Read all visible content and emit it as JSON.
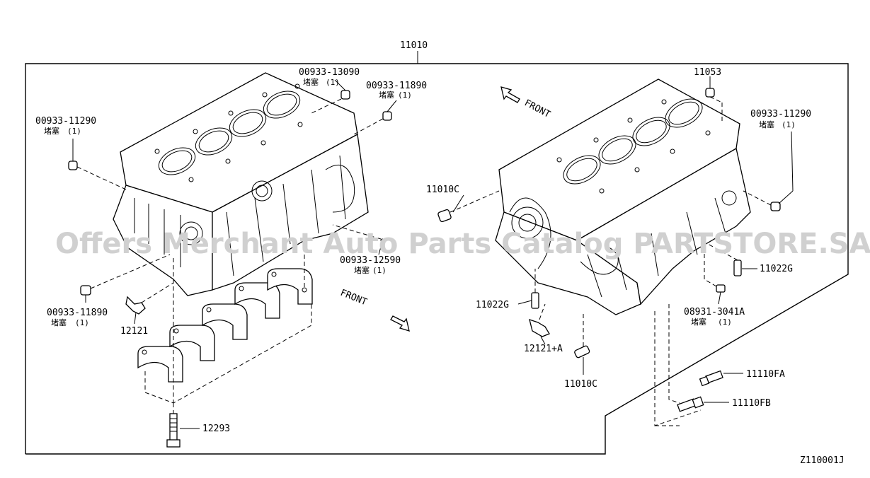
{
  "diagram": {
    "main_part": "11010",
    "drawing_number": "Z110001J",
    "watermark": "Offers Merchant Auto Parts Catalog PARTSTORE.SA",
    "front_label": "FRONT",
    "plug_text": "堵塞",
    "qty_text": "(1)",
    "parts": {
      "p_00933_13090": "00933-13090",
      "p_00933_11890_top": "00933-11890",
      "p_00933_11290_left": "00933-11290",
      "p_00933_11890_bottom": "00933-11890",
      "p_00933_12590": "00933-12590",
      "p_12121": "12121",
      "p_12293": "12293",
      "p_11053": "11053",
      "p_00933_11290_right": "00933-11290",
      "p_11010c_top": "11010C",
      "p_11022g_left": "11022G",
      "p_11022g_right": "11022G",
      "p_08931_3041a": "08931-3041A",
      "p_12121a": "12121+A",
      "p_11010c_bottom": "11010C",
      "p_11110fa": "11110FA",
      "p_11110fb": "11110FB"
    }
  }
}
